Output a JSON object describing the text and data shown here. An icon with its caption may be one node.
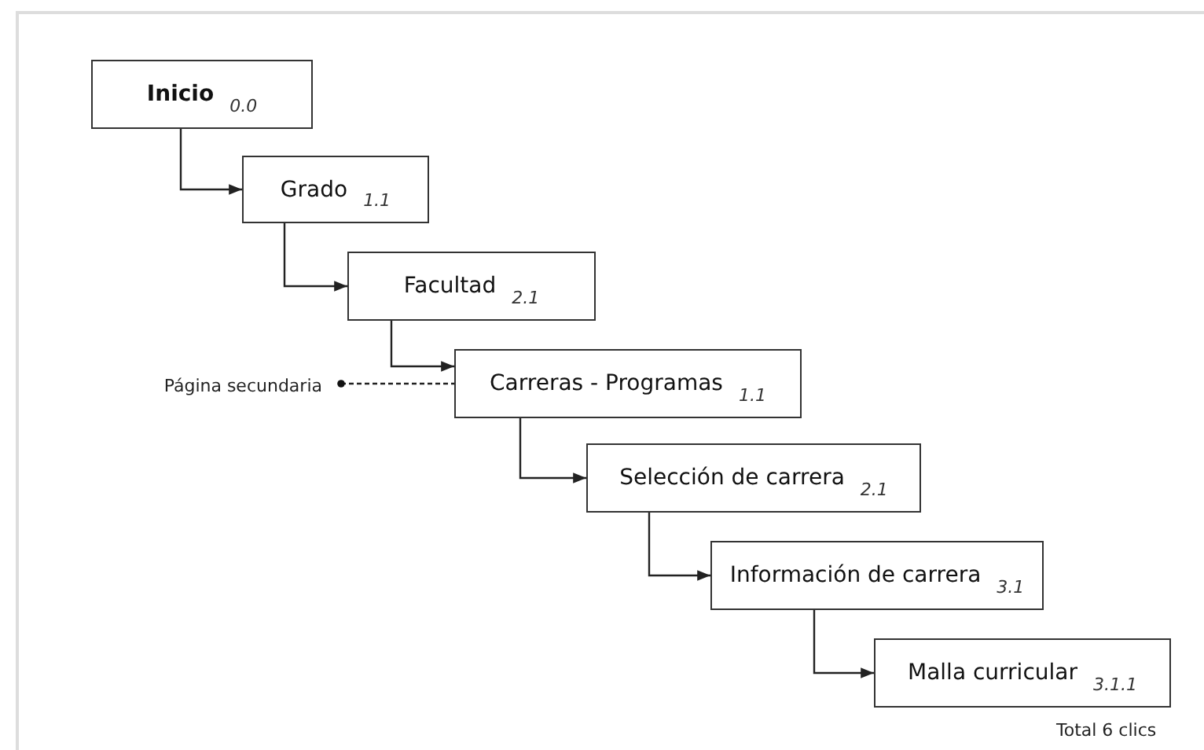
{
  "diagram": {
    "nodes": [
      {
        "text": [
          "Inicio",
          "0.0"
        ]
      },
      {
        "text": [
          "Grado",
          "1.1"
        ]
      },
      {
        "text": [
          "Facultad",
          "2.1"
        ]
      },
      {
        "text": [
          "Carreras - Programas",
          "1.1"
        ]
      },
      {
        "text": [
          "Selección de carrera",
          "2.1"
        ]
      },
      {
        "text": [
          "Información de carrera",
          "3.1"
        ]
      },
      {
        "text": [
          "Malla curricular",
          "3.1.1"
        ]
      },
      {
        "text": [
          "Página secundaria"
        ]
      }
    ],
    "edges": [
      {
        "from": 0,
        "to": 1,
        "arrow": "to"
      },
      {
        "from": 1,
        "to": 2,
        "arrow": "to"
      },
      {
        "from": 2,
        "to": 3,
        "arrow": "to"
      },
      {
        "from": 3,
        "to": 4,
        "arrow": "to"
      },
      {
        "from": 4,
        "to": 5,
        "arrow": "to"
      },
      {
        "from": 5,
        "to": 6,
        "arrow": "to"
      },
      {
        "from": 7,
        "to": 3,
        "arrow": "other",
        "style": "dashed"
      }
    ],
    "labels": [
      "Total 6 clics"
    ]
  }
}
